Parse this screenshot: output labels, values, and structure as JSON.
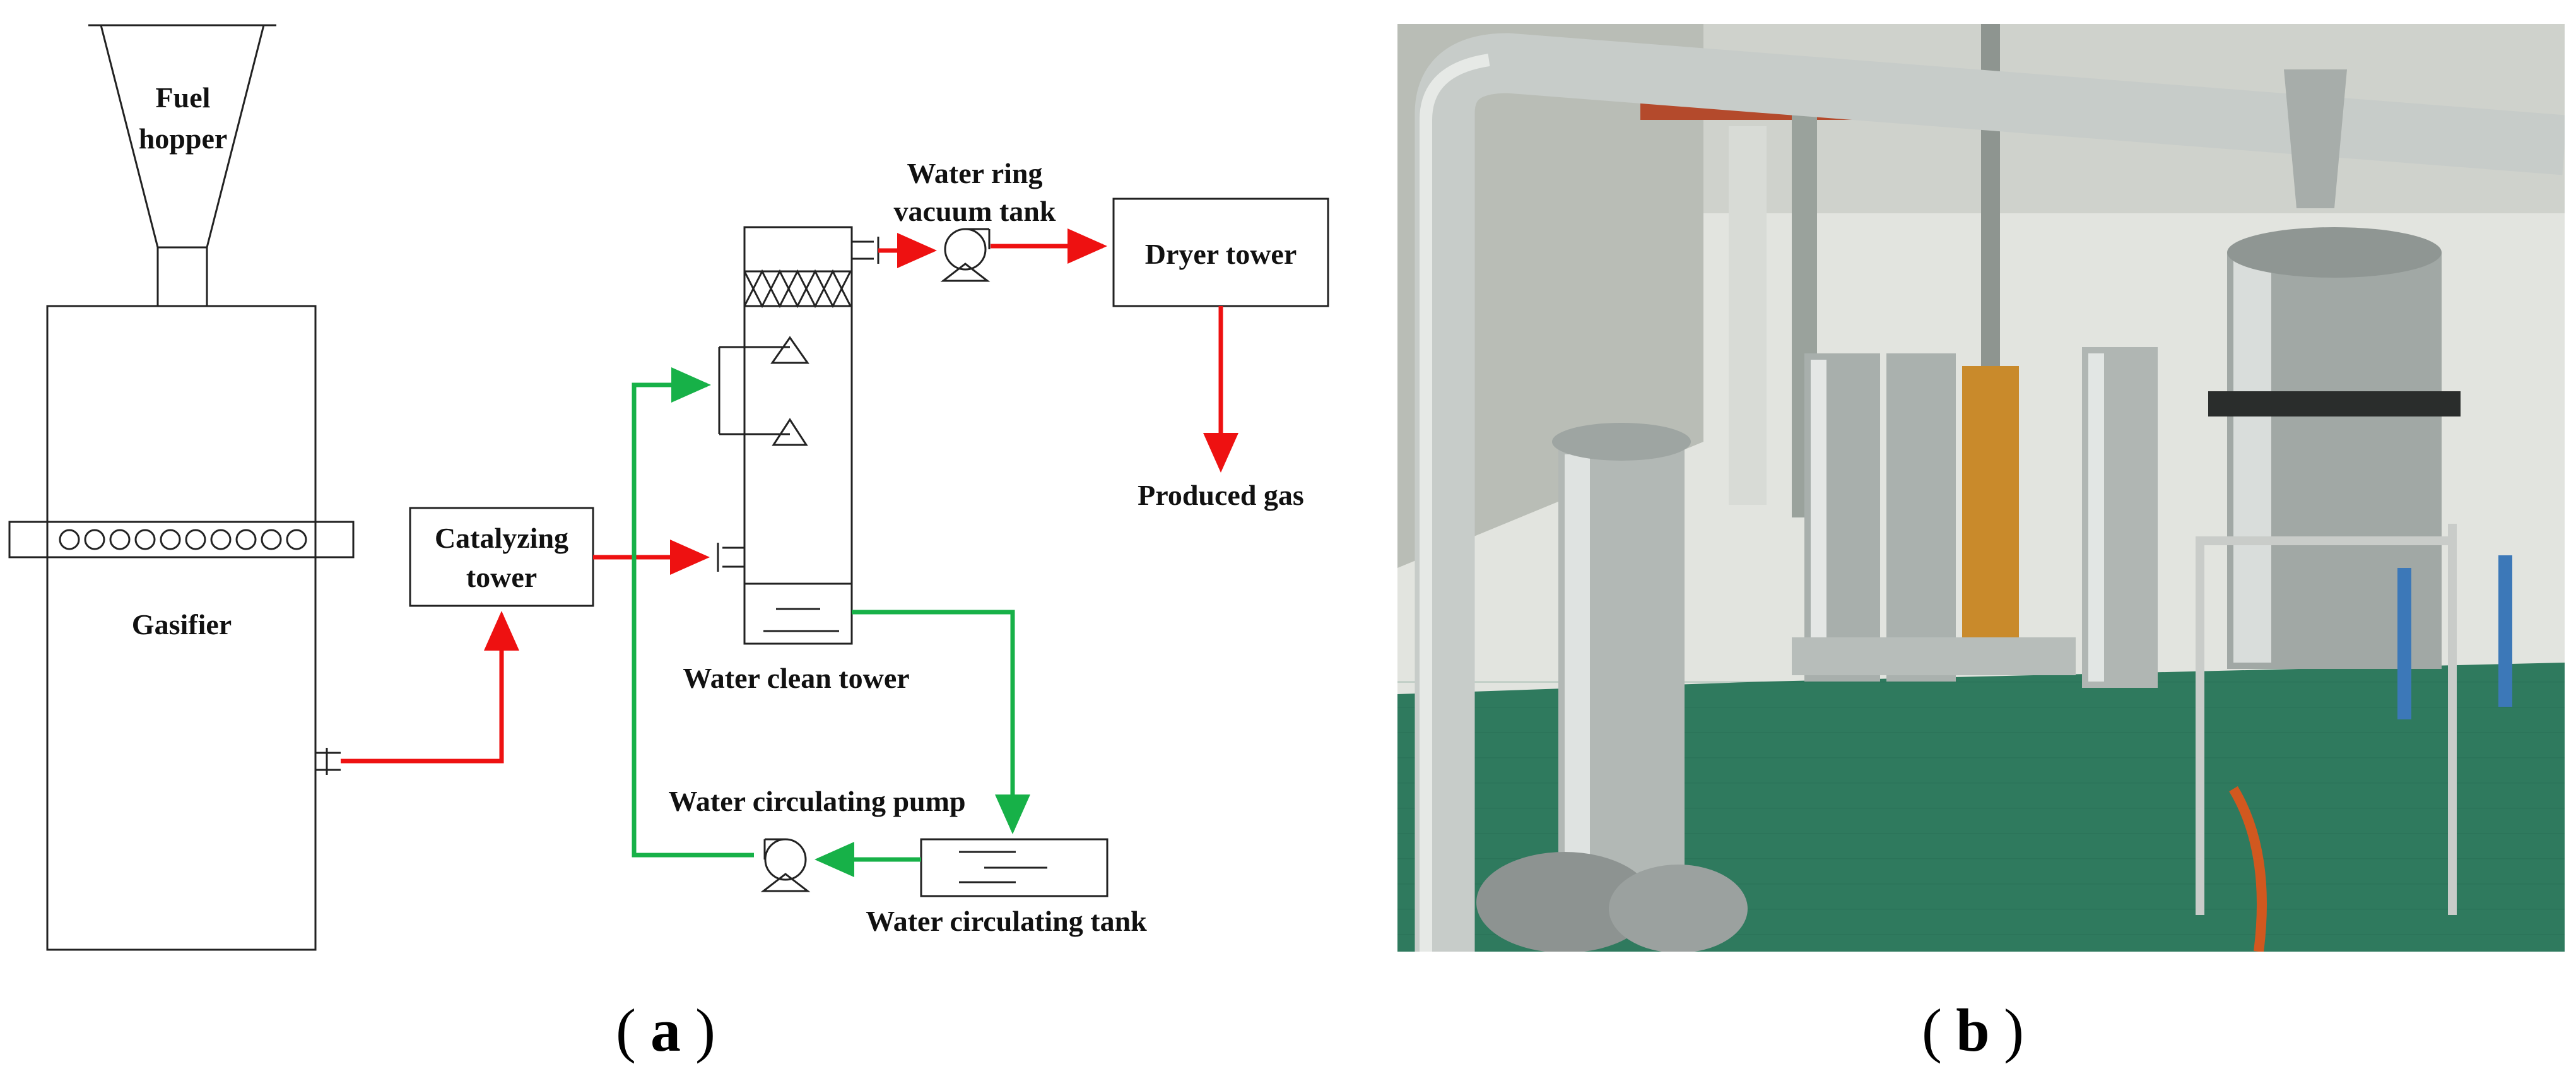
{
  "labels": {
    "fuel_hopper_1": "Fuel",
    "fuel_hopper_2": "hopper",
    "gasifier": "Gasifier",
    "catalyzing_1": "Catalyzing",
    "catalyzing_2": "tower",
    "water_ring_1": "Water ring",
    "water_ring_2": "vacuum tank",
    "dryer_tower": "Dryer tower",
    "produced_gas": "Produced gas",
    "water_clean_tower": "Water clean tower",
    "water_circulating_pump": "Water circulating pump",
    "water_circulating_tank": "Water circulating tank"
  },
  "panels": {
    "a": "a",
    "b": "b",
    "open_paren": "(",
    "close_paren": ")"
  },
  "colors": {
    "gas_flow": "#ee1111",
    "water_flow": "#17b148"
  }
}
